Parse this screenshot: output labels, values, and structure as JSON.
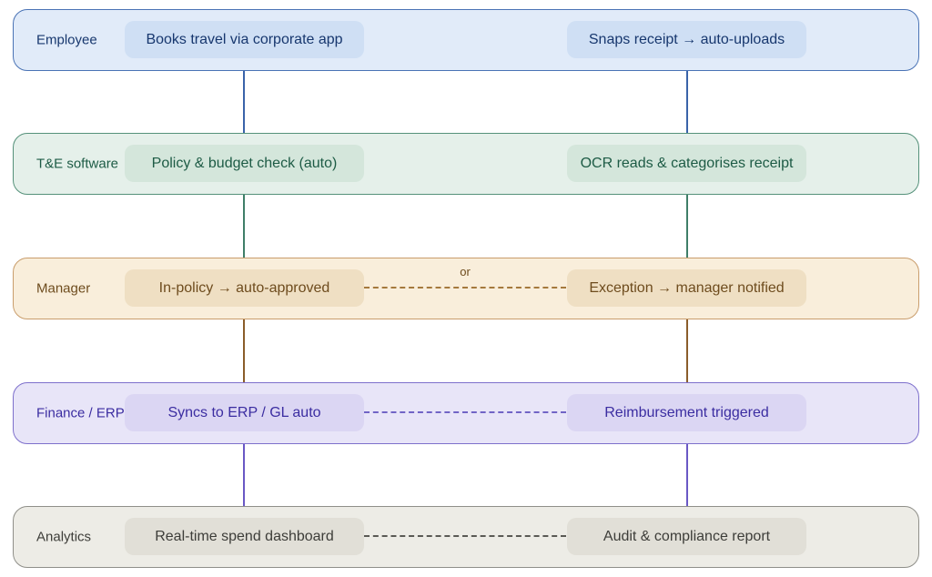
{
  "or_label": "or",
  "lanes": [
    {
      "label": "Employee",
      "steps": [
        "Books travel via corporate app",
        "Snaps receipt → auto-uploads"
      ],
      "colors": {
        "bg": "#E1EBF9",
        "border": "#4A73B5",
        "box": "#CFDFF4",
        "text": "#17376E"
      }
    },
    {
      "label": "T&E software",
      "steps": [
        "Policy & budget check (auto)",
        "OCR reads & categorises receipt"
      ],
      "colors": {
        "bg": "#E5F0EA",
        "border": "#55917A",
        "box": "#D4E6DB",
        "text": "#1D5B45"
      }
    },
    {
      "label": "Manager",
      "steps": [
        "In-policy → auto-approved",
        "Exception → manager notified"
      ],
      "colors": {
        "bg": "#F9EEDB",
        "border": "#C99D6C",
        "box": "#EFDFC3",
        "text": "#6E4C1E",
        "dash": "#A5793D"
      }
    },
    {
      "label": "Finance / ERP",
      "steps": [
        "Syncs to ERP / GL auto",
        "Reimbursement triggered"
      ],
      "colors": {
        "bg": "#E8E5F8",
        "border": "#7E70CC",
        "box": "#DBD6F3",
        "text": "#3B2DA1",
        "dash": "#7164C6"
      }
    },
    {
      "label": "Analytics",
      "steps": [
        "Real-time spend dashboard",
        "Audit & compliance report"
      ],
      "colors": {
        "bg": "#EDECE6",
        "border": "#8F8F89",
        "box": "#E1DFD7",
        "text": "#3D3D39",
        "dash": "#5A5A55"
      }
    }
  ],
  "connectors": [
    {
      "from": "Employee",
      "to": "T&E software",
      "line": "#3A63A9"
    },
    {
      "from": "T&E software",
      "to": "Manager",
      "line": "#3F7E68"
    },
    {
      "from": "Manager",
      "to": "Finance / ERP",
      "line": "#8A5D2A"
    },
    {
      "from": "Finance / ERP",
      "to": "Analytics",
      "line": "#6A58C5"
    }
  ]
}
